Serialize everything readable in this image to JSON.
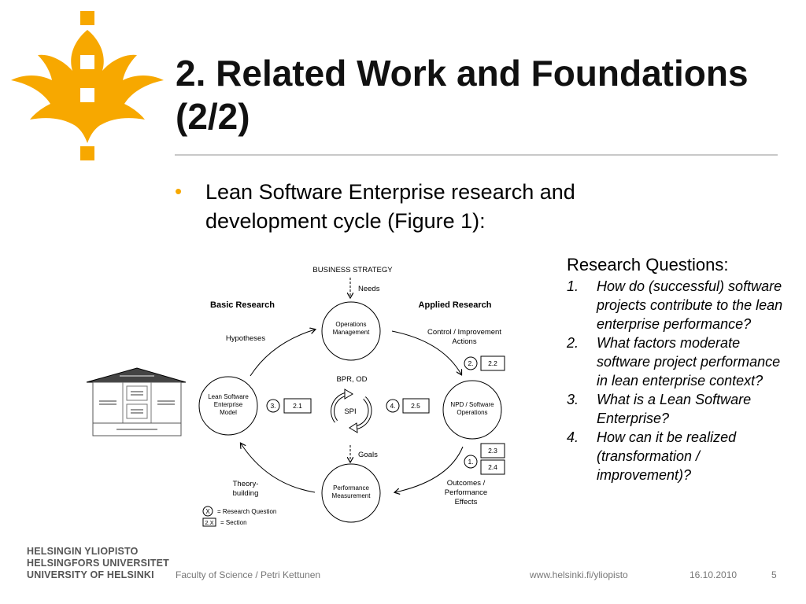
{
  "slide": {
    "title": "2. Related Work and Foundations (2/2)",
    "bullet_text": "Lean Software Enterprise research and development cycle (Figure 1):"
  },
  "research_questions": {
    "heading": "Research Questions:",
    "items": [
      {
        "num": "1.",
        "text": "How do (successful) software projects contribute to the lean enterprise performance?"
      },
      {
        "num": "2.",
        "text": "What factors moderate software project performance in lean enterprise context?"
      },
      {
        "num": "3.",
        "text": "What is a Lean Software Enterprise?"
      },
      {
        "num": "4.",
        "text": "How can it be realized (transformation / improvement)?"
      }
    ]
  },
  "figure": {
    "business_strategy": "BUSINESS STRATEGY",
    "needs": "Needs",
    "basic_research": "Basic Research",
    "applied_research": "Applied Research",
    "operations_management": [
      "Operations",
      "Management"
    ],
    "hypotheses": "Hypotheses",
    "control_improvement": [
      "Control / Improvement",
      "Actions"
    ],
    "bpr_od": "BPR, OD",
    "spi": "SPI",
    "lean_model": [
      "Lean Software",
      "Enterprise",
      "Model"
    ],
    "npd": [
      "NPD / Software",
      "Operations"
    ],
    "goals": "Goals",
    "performance_measurement": [
      "Performance",
      "Measurement"
    ],
    "theory_building": [
      "Theory-",
      "building"
    ],
    "outcomes": [
      "Outcomes /",
      "Performance",
      "Effects"
    ],
    "markers": {
      "q2": "2.",
      "s22": "2.2",
      "q3": "3.",
      "s21": "2.1",
      "q4": "4.",
      "s25": "2.5",
      "q1": "1.",
      "s23": "2.3",
      "s24": "2.4"
    },
    "legend": {
      "x": "X",
      "x_text": "= Research Question",
      "section": "2.X",
      "section_text": "= Section"
    }
  },
  "footer": {
    "university": [
      "HELSINGIN YLIOPISTO",
      "HELSINGFORS UNIVERSITET",
      "UNIVERSITY OF HELSINKI"
    ],
    "author": "Faculty of Science / Petri Kettunen",
    "url": "www.helsinki.fi/yliopisto",
    "date": "16.10.2010",
    "page": "5"
  },
  "colors": {
    "accent": "#f7a800",
    "rule": "#c8c8c8",
    "footer_text": "#777777"
  },
  "icons": {
    "logo": "university-flame-logo-icon",
    "house": "lean-house-icon"
  }
}
